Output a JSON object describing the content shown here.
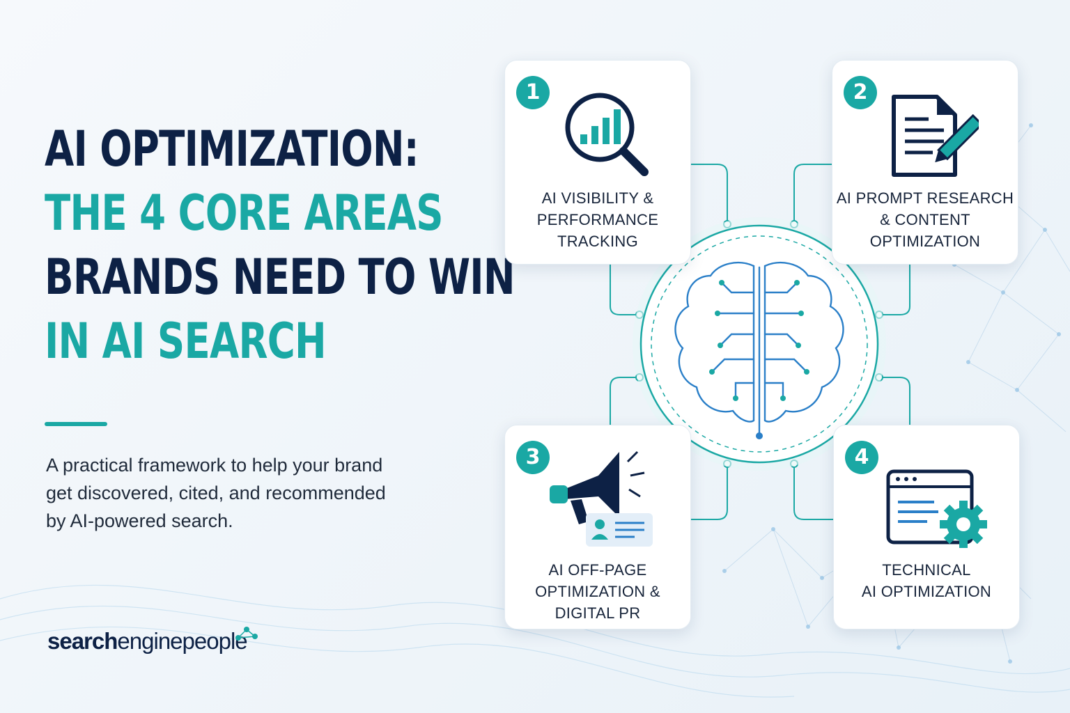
{
  "headline": {
    "line1": "AI OPTIMIZATION:",
    "line2": "THE 4 CORE AREAS",
    "line3": "BRANDS NEED TO WIN",
    "line4": "IN AI SEARCH"
  },
  "subtitle": {
    "line1": "A practical framework to help your brand",
    "line2": "get discovered, cited, and recommended",
    "line3": "by AI-powered search."
  },
  "logo": {
    "part1": "search",
    "part2": "engine",
    "part3": "people"
  },
  "cards": [
    {
      "number": "1",
      "icon": "magnifier-chart-icon",
      "lines": [
        "AI VISIBILITY &",
        "PERFORMANCE",
        "TRACKING"
      ]
    },
    {
      "number": "2",
      "icon": "document-pencil-icon",
      "lines": [
        "AI PROMPT RESEARCH",
        "& CONTENT",
        "OPTIMIZATION"
      ]
    },
    {
      "number": "3",
      "icon": "megaphone-icon",
      "lines": [
        "AI OFF-PAGE",
        "OPTIMIZATION &",
        "DIGITAL PR"
      ]
    },
    {
      "number": "4",
      "icon": "browser-gear-icon",
      "lines": [
        "TECHNICAL",
        "AI OPTIMIZATION"
      ]
    }
  ],
  "colors": {
    "navy": "#0d2145",
    "teal": "#1aa8a4",
    "blue": "#2a7fc8"
  }
}
